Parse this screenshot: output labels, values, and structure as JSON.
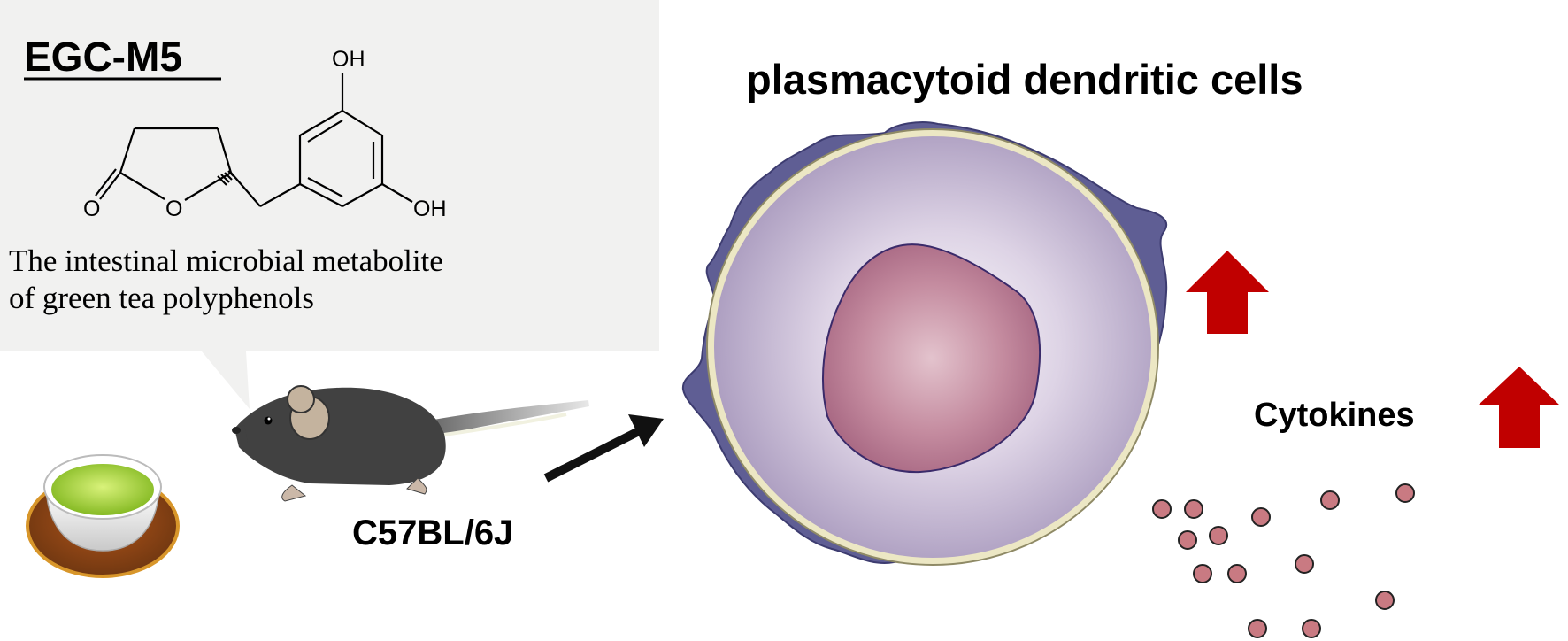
{
  "compound": {
    "name": "EGC-M5",
    "atoms": {
      "oh_top": "OH",
      "oh_bottom": "OH",
      "carbonyl_o": "O",
      "ring_o": "O"
    },
    "description_line1": "The intestinal microbial metabolite",
    "description_line2": "of green tea polyphenols"
  },
  "mouse": {
    "strain": "C57BL/6J"
  },
  "cell": {
    "label": "plasmacytoid dendritic cells"
  },
  "cytokines": {
    "label": "Cytokines"
  },
  "colors": {
    "callout_bg": "#f1f1f0",
    "arrow_up": "#c00000",
    "cytokine_dot": "#c97a82",
    "cell_membrane": "#5f5e94",
    "cell_body": "#c4b6d0",
    "nucleus": "#b9788f",
    "tea": "#9cc52a",
    "saucer": "#8a4a18"
  },
  "icons": [
    "green-tea-cup-icon",
    "mouse-icon",
    "arrow-right-icon",
    "up-arrow-icon",
    "cytokine-dot-icon"
  ]
}
